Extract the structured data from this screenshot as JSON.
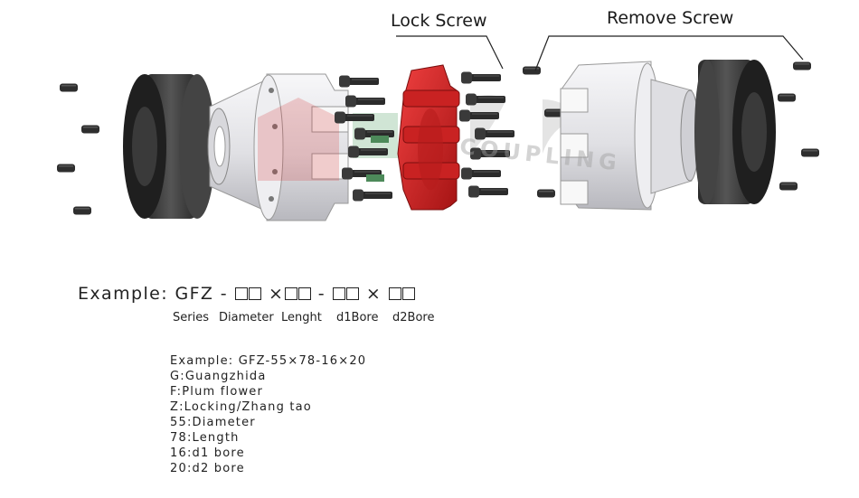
{
  "callouts": {
    "lock_screw": "Lock Screw",
    "remove_screw": "Remove Screw"
  },
  "watermark": "COUPLING",
  "code_format": {
    "prefix": "Example: GFZ -",
    "times_symbol": "×",
    "dash": "-",
    "fields": [
      "Series",
      "Diameter",
      "Lenght",
      "d1Bore",
      "d2Bore"
    ]
  },
  "example_key": [
    "Example: GFZ-55×78-16×20",
    "G:Guangzhida",
    "F:Plum flower",
    "Z:Locking/Zhang tao",
    "55:Diameter",
    "78:Length",
    "16:d1 bore",
    "20:d2 bore"
  ],
  "colors": {
    "spider": "#d42a2a",
    "screw": "#2e2e2e",
    "hub": "#e9e9ec",
    "ring": "#3c3c3c"
  }
}
